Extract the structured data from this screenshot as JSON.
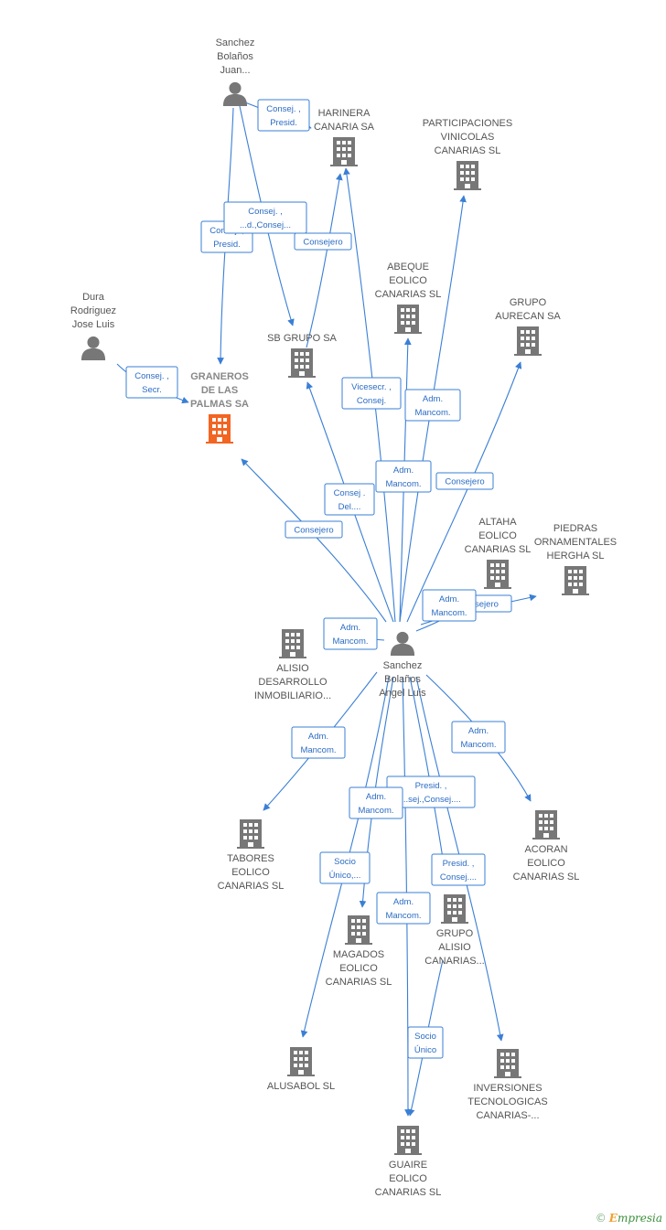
{
  "colors": {
    "edge": "#3a7fd5",
    "node": "#777777",
    "main_node": "#f26522",
    "label": "#555555"
  },
  "nodes": [
    {
      "id": "sanchez_juan",
      "kind": "person",
      "lines": [
        "Sanchez",
        "Bolaños",
        "Juan..."
      ],
      "icon": "person-icon"
    },
    {
      "id": "dura",
      "kind": "person",
      "lines": [
        "Dura",
        "Rodriguez",
        "Jose Luis"
      ],
      "icon": "person-icon"
    },
    {
      "id": "sanchez_angel",
      "kind": "person",
      "lines": [
        "Sanchez",
        "Bolaños",
        "Angel Luis"
      ],
      "icon": "person-icon"
    },
    {
      "id": "harinera",
      "kind": "company",
      "lines": [
        "HARINERA",
        "CANARIA SA"
      ],
      "icon": "building-icon"
    },
    {
      "id": "participaciones",
      "kind": "company",
      "lines": [
        "PARTICIPACIONES",
        "VINICOLAS",
        "CANARIAS SL"
      ],
      "icon": "building-icon"
    },
    {
      "id": "graneros",
      "kind": "main",
      "lines": [
        "GRANEROS",
        "DE LAS",
        "PALMAS SA"
      ],
      "icon": "building-icon"
    },
    {
      "id": "sbgrupo",
      "kind": "company",
      "lines": [
        "SB GRUPO SA"
      ],
      "icon": "building-icon"
    },
    {
      "id": "abeque",
      "kind": "company",
      "lines": [
        "ABEQUE",
        "EOLICO",
        "CANARIAS  SL"
      ],
      "icon": "building-icon"
    },
    {
      "id": "aurecan",
      "kind": "company",
      "lines": [
        "GRUPO",
        "AURECAN SA"
      ],
      "icon": "building-icon"
    },
    {
      "id": "altaha",
      "kind": "company",
      "lines": [
        "ALTAHA",
        "EOLICO",
        "CANARIAS  SL"
      ],
      "icon": "building-icon"
    },
    {
      "id": "piedras",
      "kind": "company",
      "lines": [
        "PIEDRAS",
        "ORNAMENTALES",
        "HERGHA SL"
      ],
      "icon": "building-icon"
    },
    {
      "id": "alisio_des",
      "kind": "company",
      "lines": [
        "ALISIO",
        "DESARROLLO",
        "INMOBILIARIO..."
      ],
      "icon": "building-icon"
    },
    {
      "id": "tabores",
      "kind": "company",
      "lines": [
        "TABORES",
        "EOLICO",
        "CANARIAS  SL"
      ],
      "icon": "building-icon"
    },
    {
      "id": "acoran",
      "kind": "company",
      "lines": [
        "ACORAN",
        "EOLICO",
        "CANARIAS  SL"
      ],
      "icon": "building-icon"
    },
    {
      "id": "magados",
      "kind": "company",
      "lines": [
        "MAGADOS",
        "EOLICO",
        "CANARIAS  SL"
      ],
      "icon": "building-icon"
    },
    {
      "id": "grupo_alisio",
      "kind": "company",
      "lines": [
        "GRUPO",
        "ALISIO",
        "CANARIAS..."
      ],
      "icon": "building-icon"
    },
    {
      "id": "alusabol",
      "kind": "company",
      "lines": [
        "ALUSABOL SL"
      ],
      "icon": "building-icon"
    },
    {
      "id": "inversiones",
      "kind": "company",
      "lines": [
        "INVERSIONES",
        "TECNOLOGICAS",
        "CANARIAS-..."
      ],
      "icon": "building-icon"
    },
    {
      "id": "guaire",
      "kind": "company",
      "lines": [
        "GUAIRE",
        "EOLICO",
        "CANARIAS  SL"
      ],
      "icon": "building-icon"
    }
  ],
  "edges": [
    {
      "id": "e1",
      "lines": [
        "Consej. ,",
        "Presid."
      ]
    },
    {
      "id": "e2",
      "lines": [
        "Consej. ,",
        "Presid."
      ]
    },
    {
      "id": "e3",
      "lines": [
        "Consej. ,",
        "...d.,Consej..."
      ]
    },
    {
      "id": "e4",
      "lines": [
        "Consejero"
      ]
    },
    {
      "id": "e5",
      "lines": [
        "Consej. ,",
        "Secr."
      ]
    },
    {
      "id": "e6",
      "lines": [
        "Vicesecr. ,",
        "Consej."
      ]
    },
    {
      "id": "e7",
      "lines": [
        "Adm.",
        "Mancom."
      ]
    },
    {
      "id": "e8",
      "lines": [
        "Adm.",
        "Mancom."
      ]
    },
    {
      "id": "e9",
      "lines": [
        "Consejero"
      ]
    },
    {
      "id": "e10",
      "lines": [
        "Consej .",
        "Del...."
      ]
    },
    {
      "id": "e11",
      "lines": [
        "Consejero"
      ]
    },
    {
      "id": "e12",
      "lines": [
        "...sejero"
      ]
    },
    {
      "id": "e13",
      "lines": [
        "Adm.",
        "Mancom."
      ]
    },
    {
      "id": "e14",
      "lines": [
        "Adm.",
        "Mancom."
      ]
    },
    {
      "id": "e15",
      "lines": [
        "Adm.",
        "Mancom."
      ]
    },
    {
      "id": "e16",
      "lines": [
        "Adm.",
        "Mancom."
      ]
    },
    {
      "id": "e17",
      "lines": [
        "Presid. ,",
        "...sej.,Consej...."
      ]
    },
    {
      "id": "e18",
      "lines": [
        "Adm.",
        "Mancom."
      ]
    },
    {
      "id": "e19",
      "lines": [
        "Socio",
        "Único,..."
      ]
    },
    {
      "id": "e20",
      "lines": [
        "Presid. ,",
        "Consej...."
      ]
    },
    {
      "id": "e21",
      "lines": [
        "Adm.",
        "Mancom."
      ]
    },
    {
      "id": "e22",
      "lines": [
        "Socio",
        "Único"
      ]
    }
  ],
  "credit": {
    "symbol": "©",
    "brand_initial": "E",
    "brand_rest": "mpresia"
  }
}
